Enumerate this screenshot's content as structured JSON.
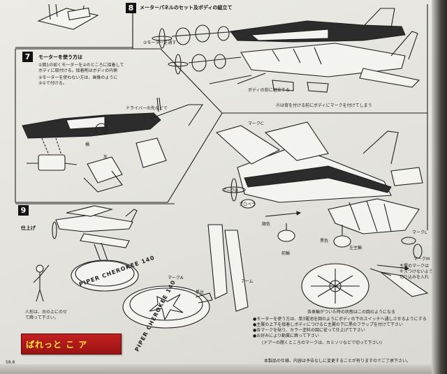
{
  "step8": {
    "number": "8",
    "heading": "メーターパネルのセット及ボディの組立て",
    "note_motor": "②モーターを通す",
    "note_decal": "Ⓐは背を付ける前にボディにマークを付けてしまう",
    "note_caution": "ボディの前に組立てる"
  },
  "step7": {
    "number": "7",
    "heading": "モーターを使う方は",
    "line1": "①図1の如くモーターを②のところに接着して",
    "line2": "ボディに取付ける。接着剤はボディの内側",
    "line3": "②モーターを使わない方は、画像のように",
    "line4": "②①で付ける。",
    "label_driver": "ドライバーの先などで",
    "label_side": "横",
    "label_gray": "灰"
  },
  "step9": {
    "number": "9",
    "heading": "仕上げ",
    "note_stand1": "人形は、台の上にのせ",
    "note_stand2": "て飾って下さい。",
    "plate_a": "PIPER CHEROKEE 140",
    "plate_b": "PIPER CHEROKEE 140",
    "mark_a": "マークA",
    "label_base": "黒台",
    "label_arm": "アーム"
  },
  "assembly": {
    "label_mark_c": "マークC",
    "label_mark_l": "マークL",
    "label_mark_m": "マークM",
    "label_mark_d": "マークD",
    "label_silver": "銀色",
    "label_black": "黒色",
    "label_front_wheel": "前輪",
    "label_main_wheel": "左主輪",
    "label_prop": "プロペラ",
    "inset_caption": "各車輪がついた時の状態はこの図のようになる",
    "note_1": "●モーターを使う方は、単3電池を図のようにボディの下のスイッチへ通しさせるようにする",
    "note_2": "●主翼の上下を接着しボディにつけると主翼の下に黒のフラップを付けて下さい",
    "note_3": "●各マークを貼り、カラー塗料の図に従って仕上げて下さい",
    "note_4": "●お好みにより動翼に飾って下さい",
    "note_door": "(ドアーの開くところのマークは、カミソリなどで切って下さい)",
    "note_marks1": "主翼のマークは",
    "note_marks2": "キズつけないように",
    "note_marks3": "切り込みを入れ"
  },
  "sticker": {
    "text": "ぱれっと こ ア"
  },
  "footer": {
    "left": "58.8",
    "right": "本製品の仕様、内容は予告なしに変更することが有りますのでご了承下さい。"
  }
}
